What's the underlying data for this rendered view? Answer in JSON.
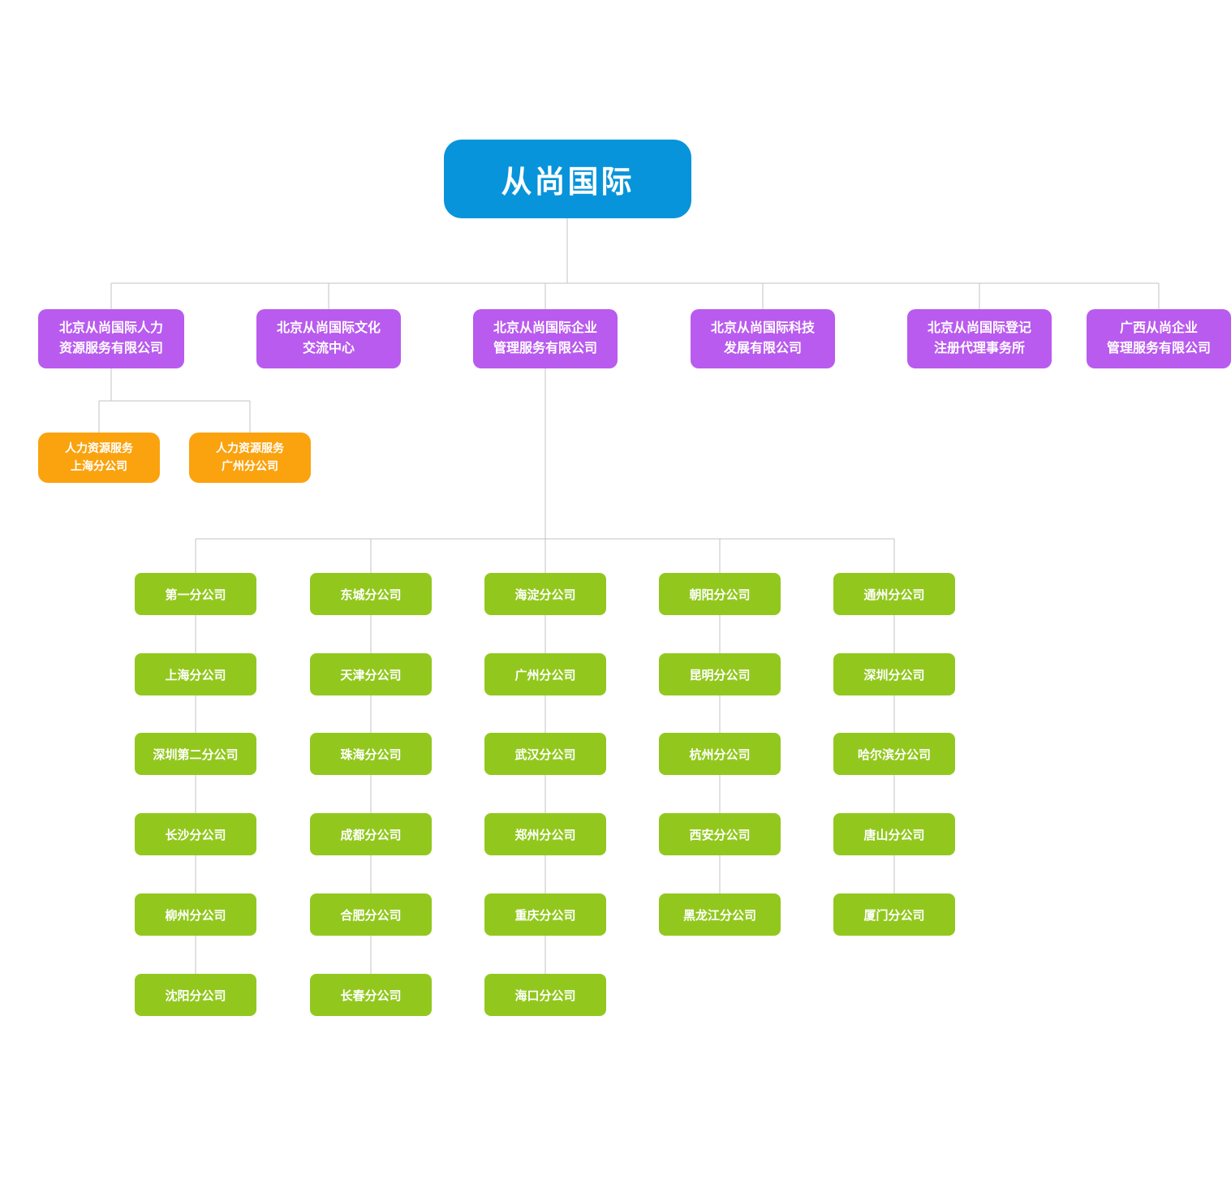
{
  "colors": {
    "root_blue": "#0894DA",
    "level2_purple": "#B95BEE",
    "hr_orange": "#FAA30F",
    "branch_green": "#92C81E",
    "line_gray": "#C3C3C3"
  },
  "org": {
    "root": {
      "label": "从尚国际"
    },
    "level2": [
      {
        "label": "北京从尚国际人力\n资源服务有限公司"
      },
      {
        "label": "北京从尚国际文化\n交流中心"
      },
      {
        "label": "北京从尚国际企业\n管理服务有限公司"
      },
      {
        "label": "北京从尚国际科技\n发展有限公司"
      },
      {
        "label": "北京从尚国际登记\n注册代理事务所"
      },
      {
        "label": "广西从尚企业\n管理服务有限公司"
      }
    ],
    "hr_branches": [
      {
        "label": "人力资源服务\n上海分公司"
      },
      {
        "label": "人力资源服务\n广州分公司"
      }
    ],
    "enterprise_branches": {
      "columns": [
        [
          "第一分公司",
          "上海分公司",
          "深圳第二分公司",
          "长沙分公司",
          "柳州分公司",
          "沈阳分公司"
        ],
        [
          "东城分公司",
          "天津分公司",
          "珠海分公司",
          "成都分公司",
          "合肥分公司",
          "长春分公司"
        ],
        [
          "海淀分公司",
          "广州分公司",
          "武汉分公司",
          "郑州分公司",
          "重庆分公司",
          "海口分公司"
        ],
        [
          "朝阳分公司",
          "昆明分公司",
          "杭州分公司",
          "西安分公司",
          "黑龙江分公司"
        ],
        [
          "通州分公司",
          "深圳分公司",
          "哈尔滨分公司",
          "唐山分公司",
          "厦门分公司"
        ]
      ]
    }
  }
}
